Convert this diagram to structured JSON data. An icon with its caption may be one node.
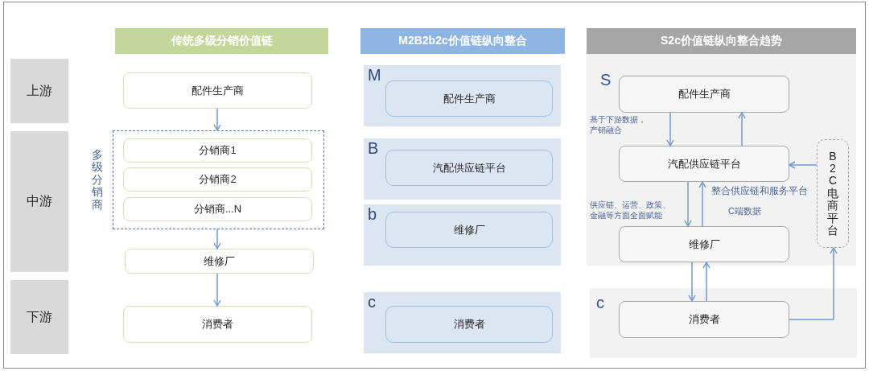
{
  "diagram": {
    "nodes": [
      {
        "text": [
          "传统多级分销价值链"
        ]
      },
      {
        "text": [
          "M2B2b2c价值链纵向整合"
        ]
      },
      {
        "text": [
          "S2c价值链纵向整合趋势"
        ]
      },
      {
        "text": [
          "上游"
        ]
      },
      {
        "text": [
          "中游"
        ]
      },
      {
        "text": [
          "下游"
        ]
      },
      {
        "text": [
          "配件生产商"
        ]
      },
      {
        "text": [
          "多级分销商"
        ]
      },
      {
        "text": [
          "分销商1"
        ],
        "in": 7
      },
      {
        "text": [
          "分销商2"
        ],
        "in": 7
      },
      {
        "text": [
          "分销商...N"
        ],
        "in": 7
      },
      {
        "text": [
          "维修厂"
        ]
      },
      {
        "text": [
          "消费者"
        ]
      },
      {
        "text": [
          "M"
        ]
      },
      {
        "text": [
          "配件生产商"
        ],
        "in": 13
      },
      {
        "text": [
          "B"
        ]
      },
      {
        "text": [
          "汽配供应链平台"
        ],
        "in": 15
      },
      {
        "text": [
          "b"
        ]
      },
      {
        "text": [
          "维修厂"
        ],
        "in": 17
      },
      {
        "text": [
          "c"
        ]
      },
      {
        "text": [
          "消费者"
        ],
        "in": 19
      },
      {
        "text": [
          "S"
        ]
      },
      {
        "text": [
          "配件生产商"
        ],
        "in": 21
      },
      {
        "text": [
          "汽配供应链平台"
        ],
        "in": 21
      },
      {
        "text": [
          "维修厂"
        ],
        "in": 21
      },
      {
        "text": [
          "B2C电商平台"
        ],
        "in": 21
      },
      {
        "text": [
          "c"
        ]
      },
      {
        "text": [
          "消费者"
        ],
        "in": 26
      }
    ],
    "edges": [
      {
        "from": 6,
        "to": 7,
        "arrow": "to"
      },
      {
        "from": 7,
        "to": 11,
        "arrow": "to"
      },
      {
        "from": 11,
        "to": 12,
        "arrow": "to"
      },
      {
        "from": 22,
        "to": 23,
        "arrow": "to",
        "label": "基于下游数据，产销融合"
      },
      {
        "from": 23,
        "to": 22,
        "arrow": "to"
      },
      {
        "from": 23,
        "to": 24,
        "arrow": "to",
        "label": "供应链、运营、政策、金融等方面全面赋能"
      },
      {
        "from": 24,
        "to": 23,
        "arrow": "to",
        "label": "C端数据"
      },
      {
        "from": 24,
        "to": 27,
        "arrow": "to"
      },
      {
        "from": 27,
        "to": 24,
        "arrow": "to"
      },
      {
        "from": 27,
        "to": 25,
        "arrow": "to"
      },
      {
        "from": 25,
        "to": 23,
        "arrow": "to"
      }
    ],
    "labels": [
      "整合供应链和服务平台"
    ]
  }
}
